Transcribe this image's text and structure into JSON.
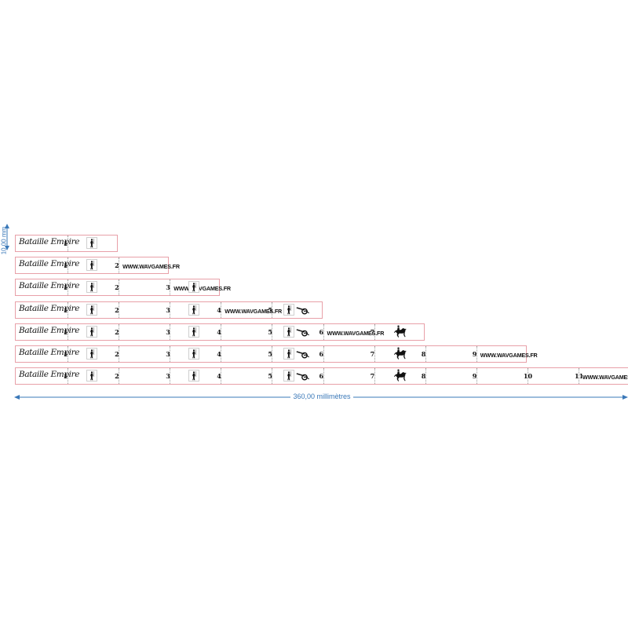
{
  "brand_name": "Bataille Empire",
  "website": "WWW.WAVGAMES.FR",
  "dimension_height": "10,00 mm",
  "dimension_width": "360,00 millimètres",
  "colors": {
    "ruler_border": "#e8a0a8",
    "dimension": "#3a78b8",
    "ink": "#111111"
  },
  "icon_types": [
    "infantry-icon",
    "cannon-icon",
    "cavalry-icon"
  ],
  "rulers": [
    {
      "length": 1,
      "icons": [
        "infantry"
      ],
      "website_after": null
    },
    {
      "length": 2,
      "icons": [
        "infantry"
      ],
      "website_after": 2
    },
    {
      "length": 3,
      "icons": [
        "infantry",
        "infantry"
      ],
      "website_after": 3
    },
    {
      "length": 5,
      "icons": [
        "infantry",
        "infantry",
        "infantry",
        "cannon"
      ],
      "website_after": 4
    },
    {
      "length": 7,
      "icons": [
        "infantry",
        "infantry",
        "infantry",
        "cannon",
        "cavalry"
      ],
      "website_after": 6
    },
    {
      "length": 9,
      "icons": [
        "infantry",
        "infantry",
        "infantry",
        "cannon",
        "cavalry"
      ],
      "website_after": 9
    },
    {
      "length": 11,
      "icons": [
        "infantry",
        "infantry",
        "infantry",
        "cannon",
        "cavalry"
      ],
      "website_after": 11
    }
  ]
}
